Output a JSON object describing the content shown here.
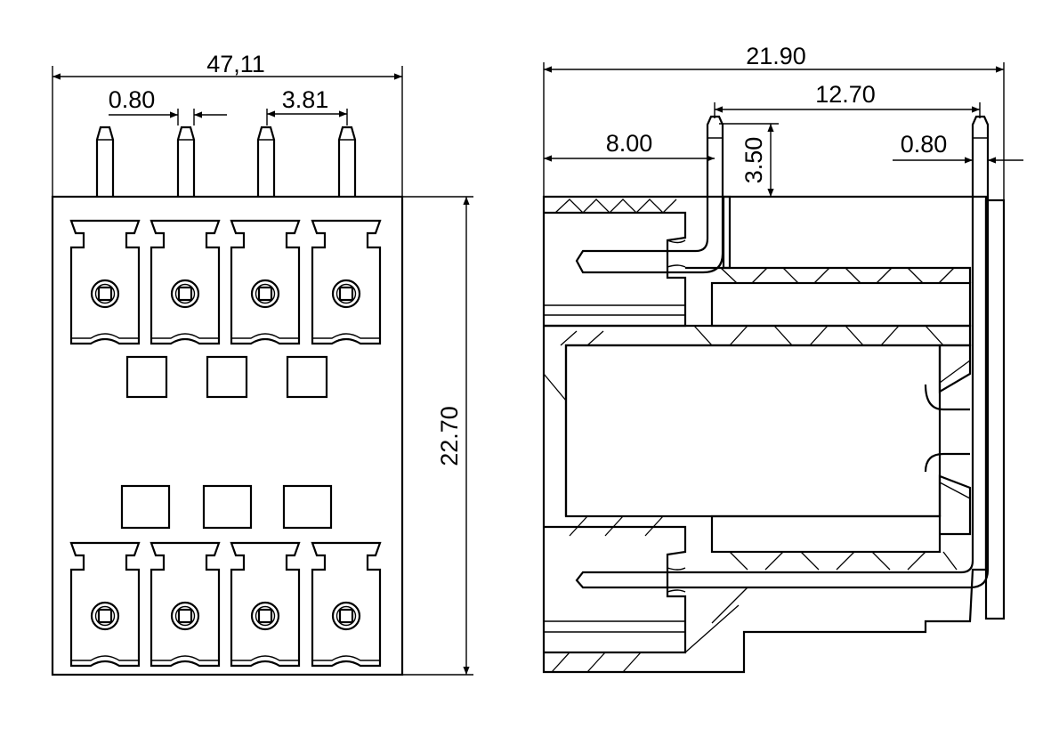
{
  "front_view": {
    "dims": {
      "overall_width": "47,11",
      "pin_width": "0.80",
      "pitch": "3.81",
      "overall_height": "22.70"
    }
  },
  "side_view": {
    "dims": {
      "overall_depth": "21.90",
      "pin_spacing": "12.70",
      "front_offset": "8.00",
      "pin_height": "3.50",
      "pin_width": "0.80"
    }
  }
}
